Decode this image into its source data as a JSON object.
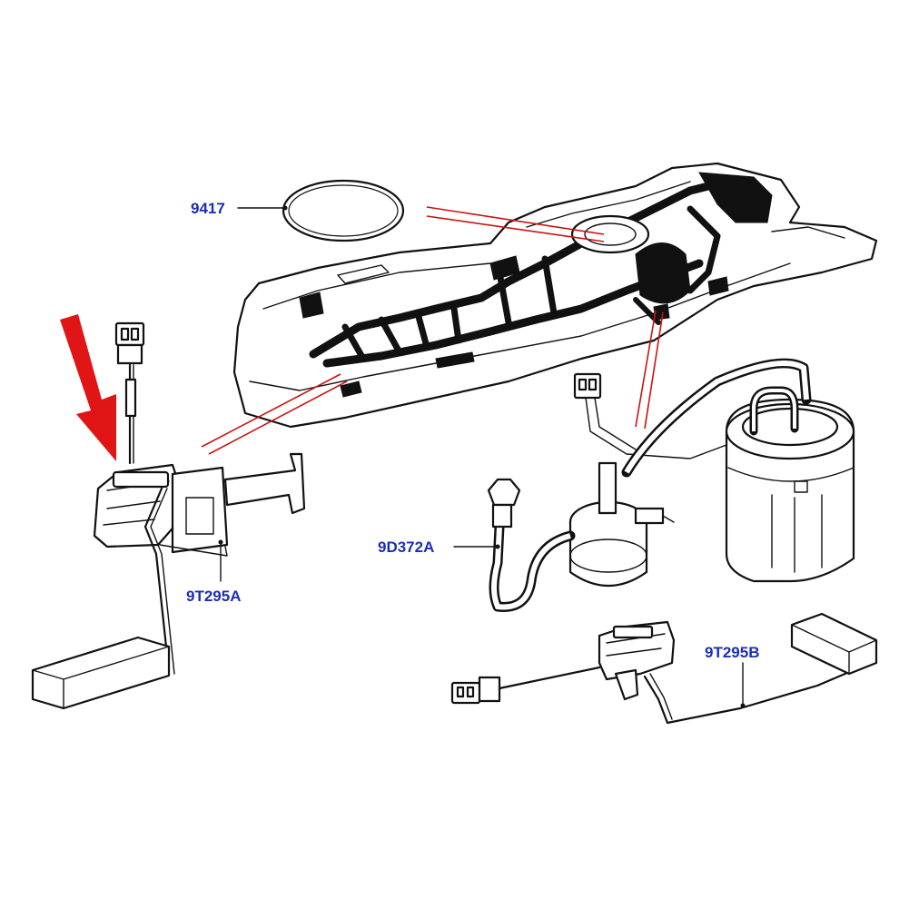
{
  "callouts": {
    "seal": "9417",
    "sender_a": "9T295A",
    "pump": "9D372A",
    "sender_b": "9T295B"
  },
  "colors": {
    "callout_text": "#1a2fb5",
    "arrow": "#e01515",
    "leader_red": "#cc1111"
  },
  "icons": {
    "pointer": "red-arrow-icon"
  }
}
